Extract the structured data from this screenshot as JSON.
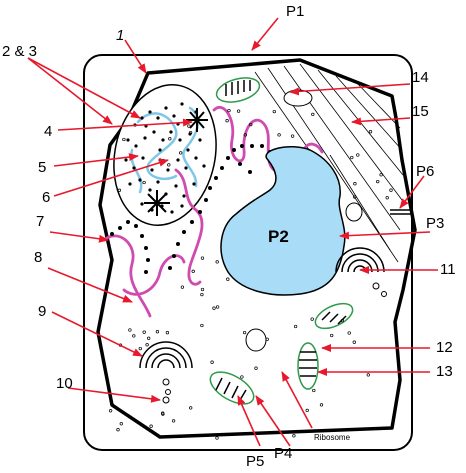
{
  "labels": {
    "p1": "P1",
    "one": "1",
    "two_three": "2 & 3",
    "four": "4",
    "five": "5",
    "six": "6",
    "seven": "7",
    "eight": "8",
    "nine": "9",
    "ten": "10",
    "eleven": "11",
    "twelve": "12",
    "thirteen": "13",
    "fourteen": "14",
    "fifteen": "15",
    "p2": "P2",
    "p3": "P3",
    "p4": "P4",
    "p5": "P5",
    "p6": "P6",
    "ribosome": "Ribosome"
  },
  "colors": {
    "arrow": "#e8192c",
    "vacuole": "#a9dcf7",
    "er": "#d04bb0",
    "chromatin": "#7fc7e8",
    "chloroplast": "#2e9a4a",
    "outline": "#000000"
  }
}
